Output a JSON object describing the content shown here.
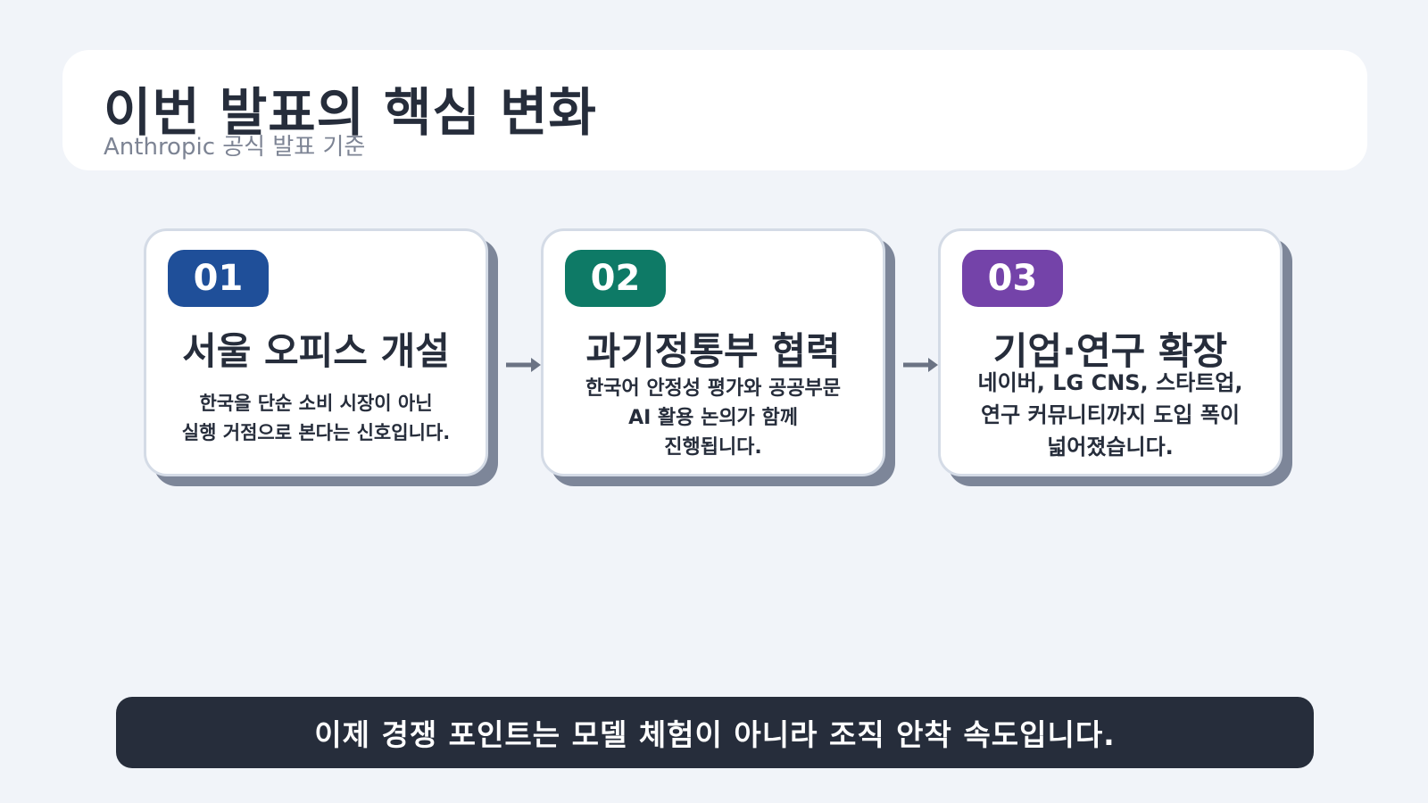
{
  "header": {
    "title": "이번 발표의 핵심 변화",
    "subtitle": "Anthropic 공식 발표 기준"
  },
  "cards": [
    {
      "number": "01",
      "title": "서울 오피스 개설",
      "description": "한국을 단순 소비 시장이 아닌\n실행 거점으로 본다는 신호입니다.",
      "badge_color": "#1f4f99"
    },
    {
      "number": "02",
      "title": "과기정통부 협력",
      "description": "한국어 안정성 평가와 공공부문\nAI 활용 논의가 함께\n진행됩니다.",
      "badge_color": "#0e7a66"
    },
    {
      "number": "03",
      "title": "기업·연구 확장",
      "description": "네이버, LG CNS, 스타트업,\n연구 커뮤니티까지 도입 폭이\n넓어졌습니다.",
      "badge_color": "#7443a9"
    }
  ],
  "footer": {
    "text": "이제 경쟁 포인트는 모델 체험이 아니라 조직 안착 속도입니다."
  },
  "colors": {
    "background": "#f1f4f9",
    "text_dark": "#262d3b",
    "subtitle_gray": "#7d8494",
    "arrow_gray": "#6b7384",
    "card_shadow": "#7d8699"
  },
  "icons": {
    "connector": "arrow-right-icon"
  }
}
